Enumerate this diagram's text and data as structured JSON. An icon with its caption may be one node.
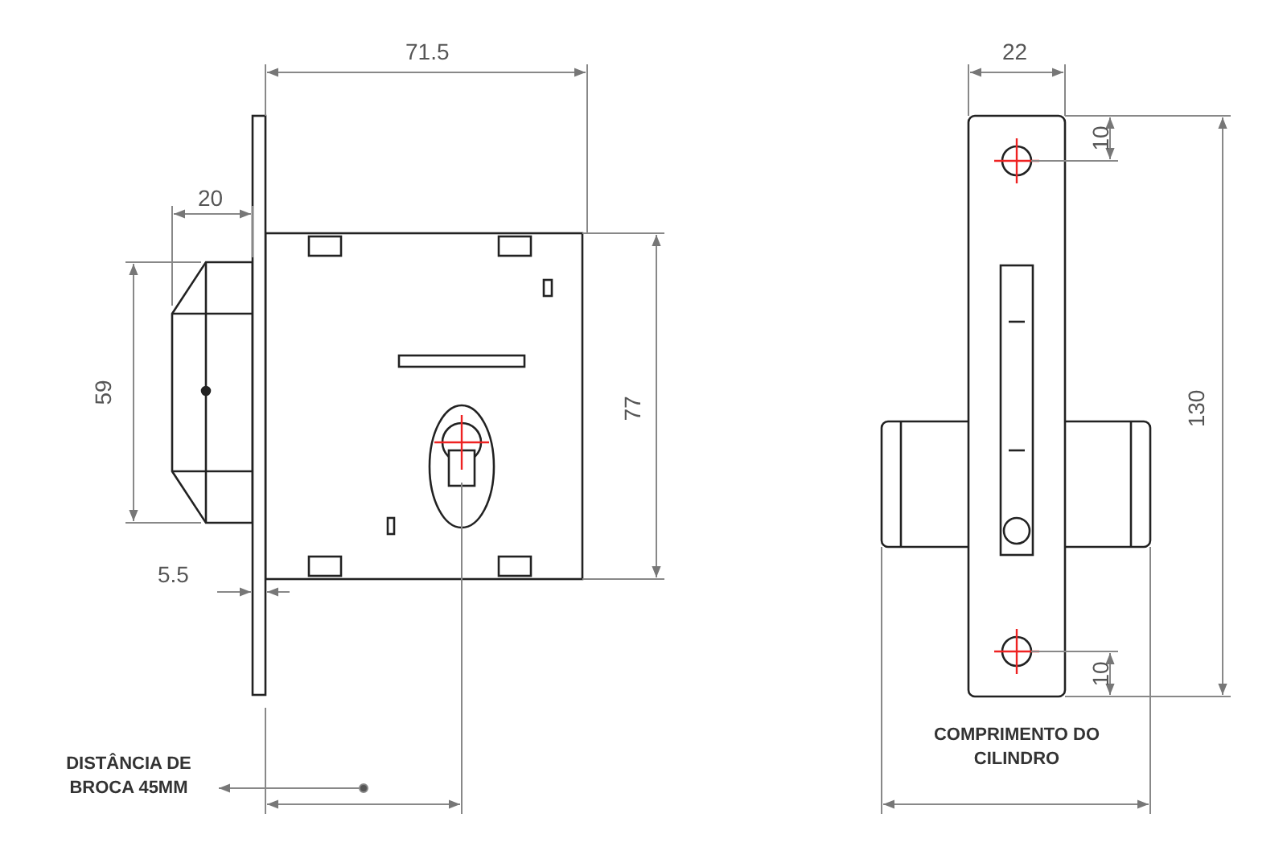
{
  "diagram": {
    "labels": [
      "71.5",
      "22",
      "10",
      "20",
      "59",
      "77",
      "130",
      "5.5",
      "10",
      "COMPRIMENTO DO CILINDRO",
      "DISTÂNCIA DE BROCA 45MM"
    ]
  }
}
